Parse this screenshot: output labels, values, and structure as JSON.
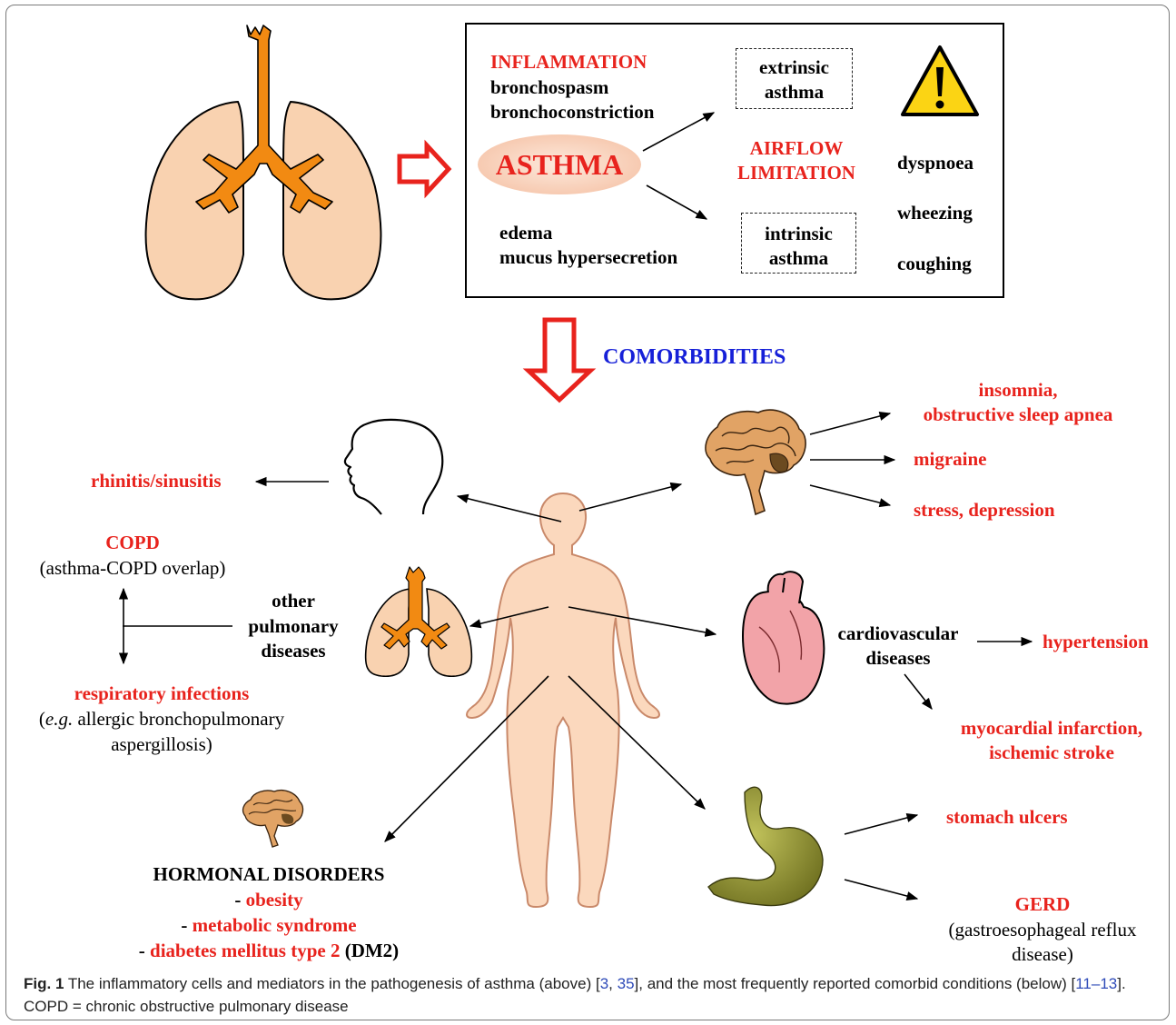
{
  "top_box": {
    "inflammation": "INFLAMMATION",
    "bronchospasm": "bronchospasm",
    "bronchoconstriction": "bronchoconstriction",
    "asthma": "ASTHMA",
    "edema": "edema",
    "mucus": "mucus hypersecretion",
    "extrinsic_1": "extrinsic",
    "extrinsic_2": "asthma",
    "intrinsic_1": "intrinsic",
    "intrinsic_2": "asthma",
    "airflow_1": "AIRFLOW",
    "airflow_2": "LIMITATION",
    "dyspnoea": "dyspnoea",
    "wheezing": "wheezing",
    "coughing": "coughing"
  },
  "comorbidities": "COMORBIDITIES",
  "left": {
    "rhinitis": "rhinitis/sinusitis",
    "copd": "COPD",
    "copd_overlap": "(asthma-COPD overlap)",
    "other_1": "other",
    "other_2": "pulmonary",
    "other_3": "diseases",
    "resp_inf": "respiratory infections",
    "eg": "e.g.",
    "resp_detail_1": " allergic bronchopulmonary",
    "resp_detail_2": "aspergillosis)"
  },
  "hormonal": {
    "title": "HORMONAL DISORDERS",
    "dash": "- ",
    "obesity": "obesity",
    "metabolic": "metabolic syndrome",
    "diabetes": "diabetes mellitus type 2",
    "dm2": " (DM2)"
  },
  "right": {
    "insomnia_1": "insomnia,",
    "insomnia_2": "obstructive sleep apnea",
    "migraine": "migraine",
    "stress": "stress, depression",
    "cardio_1": "cardiovascular",
    "cardio_2": "diseases",
    "hypertension": "hypertension",
    "mi_1": "myocardial infarction,",
    "mi_2": "ischemic stroke",
    "ulcers": "stomach ulcers",
    "gerd": "GERD",
    "gerd_1": "(gastroesophageal reflux",
    "gerd_2": "disease)"
  },
  "caption": {
    "label": "Fig. 1",
    "text_a": "  The inflammatory cells and mediators in the pathogenesis of asthma (above) [",
    "ref1": "3",
    "comma": ", ",
    "ref2": "35",
    "text_b": "], and the most frequently reported comorbid conditions (below) [",
    "ref3": "11–13",
    "text_c": "]. COPD = chronic obstructive pulmonary disease"
  },
  "colors": {
    "red": "#e8231d",
    "blue": "#1620d8",
    "lung": "#f9d2b0",
    "bronchi": "#f28a12",
    "skin": "#fbd8bd",
    "heart": "#f2a3a8",
    "stomach": "#9a9b3a",
    "brain": "#e1a365"
  },
  "icons": [
    "lungs-icon",
    "warning-icon",
    "head-icon",
    "brain-icon",
    "human-body-icon",
    "heart-icon",
    "stomach-icon"
  ]
}
